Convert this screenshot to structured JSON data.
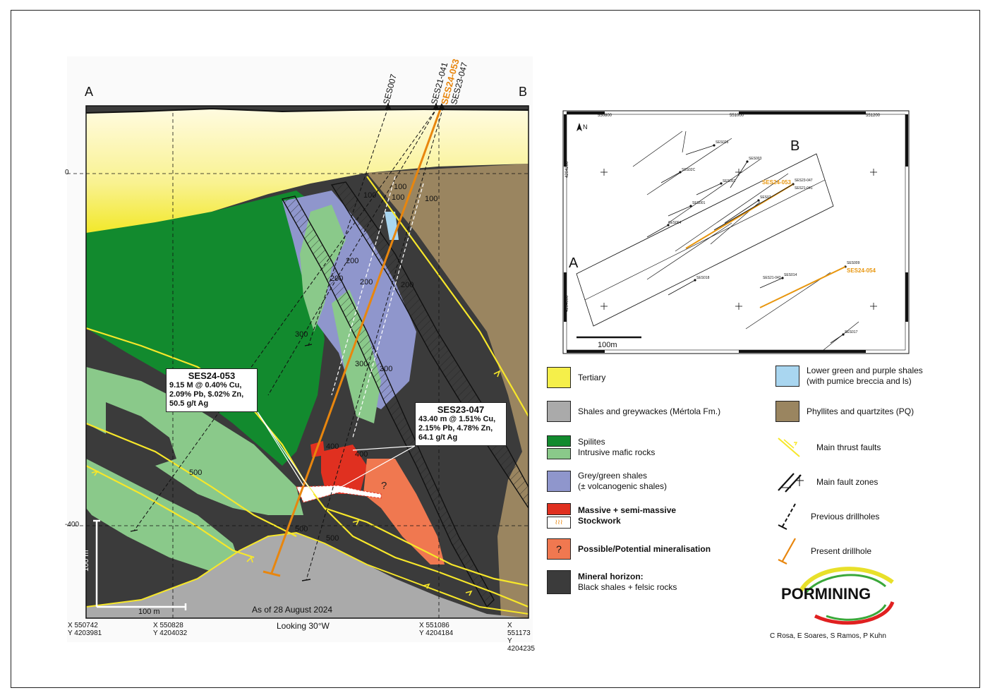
{
  "section": {
    "end_label_a": "A",
    "end_label_b": "B",
    "depth_labels": [
      "0",
      "-400"
    ],
    "drillholes_top": [
      "SES007",
      "SES21-041",
      "SES24-053",
      "SES23-047"
    ],
    "depth_ticks_a": [
      "100",
      "100",
      "100",
      "100"
    ],
    "depth_ticks_b": [
      "200",
      "200",
      "200",
      "200"
    ],
    "depth_ticks_c": [
      "300",
      "300",
      "300"
    ],
    "depth_ticks_d": [
      "400",
      "400"
    ],
    "depth_ticks_e": [
      "500",
      "500",
      "500"
    ],
    "question_mark": "?",
    "scale_vertical": "100 m",
    "scale_horizontal": "100 m",
    "date_note": "As of 28 August 2024",
    "looking": "Looking 30°W",
    "coords": [
      {
        "x": "X 550742",
        "y": "Y 4203981"
      },
      {
        "x": "X 550828",
        "y": "Y 4204032"
      },
      {
        "x": "X 551086",
        "y": "Y 4204184"
      },
      {
        "x": "X 551173",
        "y": "Y 4204235"
      }
    ],
    "callout_053": {
      "title": "SES24-053",
      "line1": "9.15 M @ 0.40% Cu,",
      "line2": "2.09% Pb, $.02% Zn,",
      "line3": "50.5 g/t Ag"
    },
    "callout_047": {
      "title": "SES23-047",
      "line1": "43.40 m @ 1.51% Cu,",
      "line2": "2.15% Pb, 4.78% Zn,",
      "line3": "64.1 g/t Ag"
    }
  },
  "inset": {
    "north": "N",
    "label_a": "A",
    "label_b": "B",
    "scale": "100m",
    "grid_top": [
      "550800",
      "551000",
      "551200"
    ],
    "grid_left": [
      "4204200",
      "4204000"
    ],
    "present_holes": [
      "SES24-053",
      "SES24-054"
    ],
    "hole_labels": [
      "SES026",
      "SES003",
      "SES02C",
      "SES002",
      "SES21-041",
      "SES23-047",
      "SES001",
      "SES004",
      "SES07",
      "SES018",
      "SES014",
      "SES21-043",
      "SES017",
      "SES009"
    ]
  },
  "legend": {
    "tertiary": "Tertiary",
    "shales": "Shales and greywackes (Mértola Fm.)",
    "spilites": "Spilites",
    "intrusive": "Intrusive mafic rocks",
    "grey_green_1": "Grey/green shales",
    "grey_green_2": "(± volcanogenic shales)",
    "massive": "Massive + semi-massive",
    "stockwork": "Stockwork",
    "possible_mark": "?",
    "possible": "Possible/Potential mineralisation",
    "mineral_1": "Mineral horizon:",
    "mineral_2": "Black shales + felsic rocks",
    "lower_1": "Lower green and purple shales",
    "lower_2": "(with pumice breccia and ls)",
    "phyllites": "Phyllites and quartzites (PQ)",
    "thrust": "Main thrust faults",
    "fault_zones": "Main fault zones",
    "previous": "Previous drillholes",
    "present": "Present drillhole"
  },
  "colors": {
    "tertiary": "#f5ef4a",
    "shales": "#aaaaaa",
    "spilites": "#128a2e",
    "intrusive": "#8ac98a",
    "grey_green": "#8f96cc",
    "massive": "#e03020",
    "possible": "#f07850",
    "mineral": "#3b3b3b",
    "lower": "#a9d6f0",
    "phyllites": "#9a8560",
    "present_hole": "#e8860e"
  },
  "logo": {
    "name": "PORMINING",
    "credits": "C Rosa, E Soares, S Ramos, P Kuhn"
  }
}
